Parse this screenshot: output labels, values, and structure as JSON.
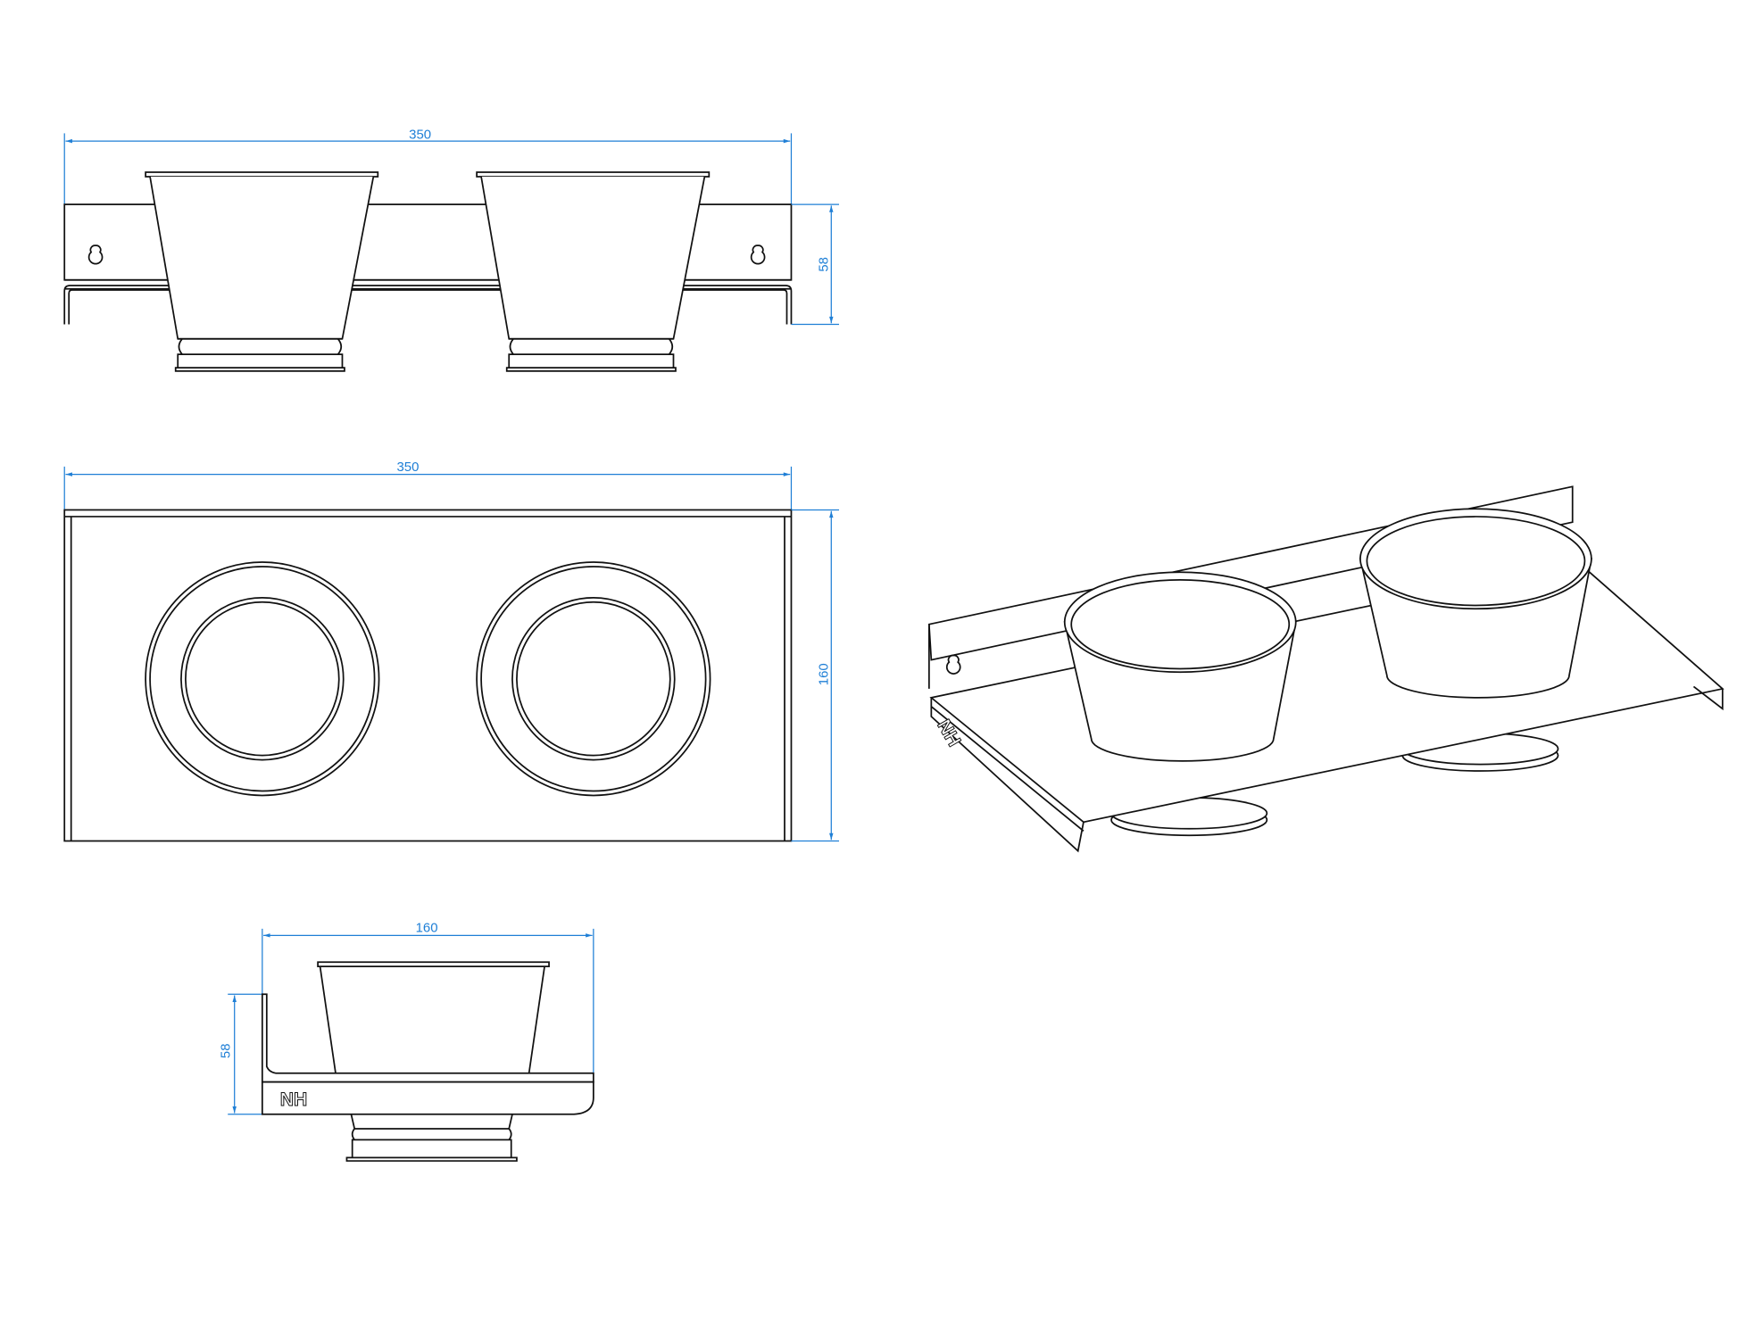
{
  "drawing": {
    "front_view": {
      "width_label": "350",
      "height_label": "58"
    },
    "top_view": {
      "width_label": "350",
      "depth_label": "160"
    },
    "side_view": {
      "depth_label": "160",
      "height_label": "58",
      "logo": "NH"
    },
    "iso_view": {
      "logo": "NH"
    },
    "colors": {
      "line": "#111111",
      "dimension": "#1f7fd6",
      "background": "#ffffff"
    }
  }
}
